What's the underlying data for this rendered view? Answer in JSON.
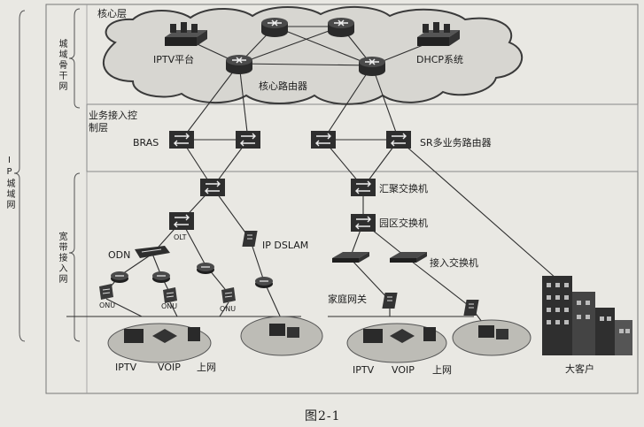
{
  "layers": {
    "core": "核心层",
    "service_access": "业务接入控制层",
    "metro_backbone": "城域骨干网",
    "ip_metro": "IP城域网",
    "broadband_access": "宽带接入网"
  },
  "nodes": {
    "iptv_platform": "IPTV平台",
    "dhcp_system": "DHCP系统",
    "core_router": "核心路由器",
    "bras": "BRAS",
    "sr_router": "SR多业务路由器",
    "aggregation_switch": "汇聚交换机",
    "campus_switch": "园区交换机",
    "access_switch": "接入交换机",
    "odn": "ODN",
    "olt": "OLT",
    "ip_dslam": "IP DSLAM",
    "onu_1": "ONU",
    "onu_2": "ONU",
    "onu_3": "ONU",
    "home_gateway": "家庭网关",
    "big_customer": "大客户"
  },
  "services_left": {
    "iptv": "IPTV",
    "voip": "VOIP",
    "internet": "上网"
  },
  "services_right": {
    "iptv": "IPTV",
    "voip": "VOIP",
    "internet": "上网"
  },
  "caption": "图2-1"
}
